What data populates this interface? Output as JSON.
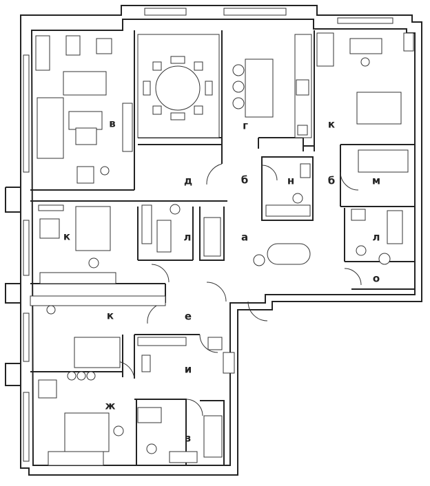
{
  "plan": {
    "rooms": [
      {
        "id": "v1",
        "letter": "в"
      },
      {
        "id": "g",
        "letter": "г"
      },
      {
        "id": "k1",
        "letter": "к"
      },
      {
        "id": "d",
        "letter": "д"
      },
      {
        "id": "b1",
        "letter": "б"
      },
      {
        "id": "n",
        "letter": "н"
      },
      {
        "id": "b2",
        "letter": "б"
      },
      {
        "id": "m",
        "letter": "м"
      },
      {
        "id": "k2",
        "letter": "к"
      },
      {
        "id": "l1",
        "letter": "л"
      },
      {
        "id": "a",
        "letter": "а"
      },
      {
        "id": "l2",
        "letter": "л"
      },
      {
        "id": "o",
        "letter": "о"
      },
      {
        "id": "k3",
        "letter": "к"
      },
      {
        "id": "e",
        "letter": "е"
      },
      {
        "id": "i",
        "letter": "и"
      },
      {
        "id": "zh",
        "letter": "ж"
      },
      {
        "id": "z",
        "letter": "з"
      }
    ]
  }
}
